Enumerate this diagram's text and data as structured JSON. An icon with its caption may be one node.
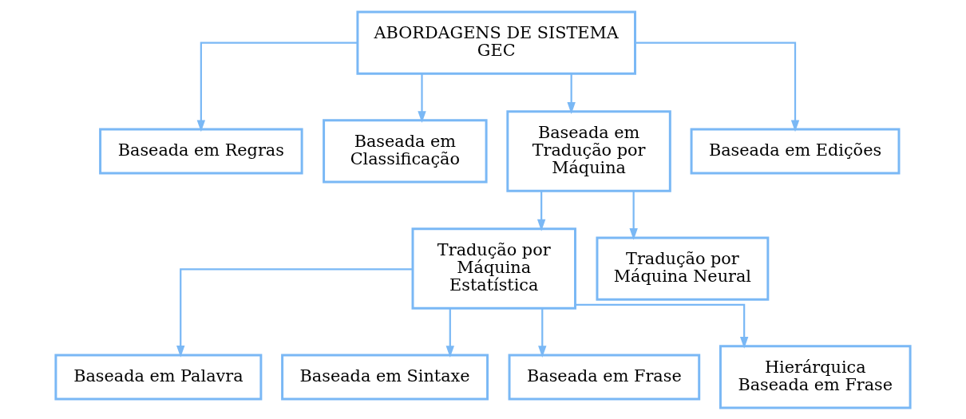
{
  "diagram": {
    "nodes": [
      {
        "text": [
          "ABORDAGENS DE SISTEMA GEC"
        ]
      },
      {
        "text": [
          "Baseada em Regras"
        ]
      },
      {
        "text": [
          "Baseada em Classificação"
        ]
      },
      {
        "text": [
          "Baseada em Tradução por Máquina"
        ]
      },
      {
        "text": [
          "Baseada em Edições"
        ]
      },
      {
        "text": [
          "Tradução por Máquina Estatística"
        ]
      },
      {
        "text": [
          "Tradução por Máquina Neural"
        ]
      },
      {
        "text": [
          "Baseada em Palavra"
        ]
      },
      {
        "text": [
          "Baseada em Sintaxe"
        ]
      },
      {
        "text": [
          "Baseada em Frase"
        ]
      },
      {
        "text": [
          "Hierárquica Baseada em Frase"
        ]
      }
    ],
    "edges": [
      {
        "from": 0,
        "to": 1,
        "arrow": "to"
      },
      {
        "from": 0,
        "to": 2,
        "arrow": "to"
      },
      {
        "from": 0,
        "to": 3,
        "arrow": "to"
      },
      {
        "from": 0,
        "to": 4,
        "arrow": "to"
      },
      {
        "from": 3,
        "to": 5,
        "arrow": "to"
      },
      {
        "from": 3,
        "to": 6,
        "arrow": "to"
      },
      {
        "from": 5,
        "to": 7,
        "arrow": "to"
      },
      {
        "from": 5,
        "to": 8,
        "arrow": "to"
      },
      {
        "from": 5,
        "to": 9,
        "arrow": "to"
      },
      {
        "from": 5,
        "to": 10,
        "arrow": "to"
      }
    ]
  }
}
